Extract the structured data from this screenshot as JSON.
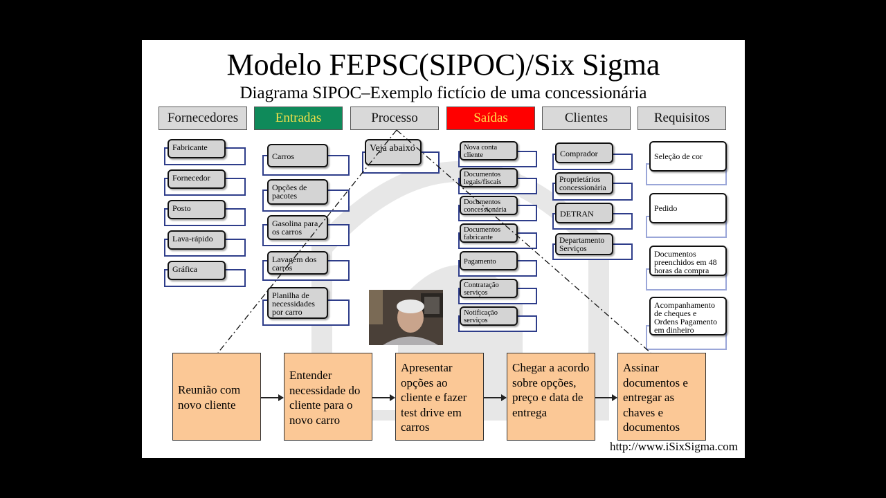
{
  "title": "Modelo FEPSC(SIPOC)/Six Sigma",
  "subtitle": "Diagrama SIPOC–Exemplo fictício de uma concessionária",
  "headers": [
    "Fornecedores",
    "Entradas",
    "Processo",
    "Saídas",
    "Clientes",
    "Requisitos"
  ],
  "fornecedores": [
    "Fabricante",
    "Fornecedor",
    "Posto",
    "Lava-rápido",
    "Gráfica"
  ],
  "entradas": [
    "Carros",
    "Opções de pacotes",
    "Gasolina para os carros",
    "Lavagem dos carros",
    "Planilha de necessidades por carro"
  ],
  "processo": [
    "Veja abaixo"
  ],
  "saidas": [
    "Nova conta cliente",
    "Documentos legais/fiscais",
    "Documentos concessionária",
    "Documentos fabricante",
    "Pagamento",
    "Contratação serviços",
    "Notificação serviços"
  ],
  "clientes": [
    "Comprador",
    "Proprietários concessionária",
    "DETRAN",
    "Departamento Serviços"
  ],
  "requisitos": [
    "Seleção de cor",
    "Pedido",
    "Documentos preenchidos em 48 horas da compra",
    "Acompanhamento de cheques e Ordens Pagamento em dinheiro"
  ],
  "steps": [
    "Reunião com novo cliente",
    "Entender necessidade do cliente para o novo carro",
    "Apresentar opções ao cliente e fazer test drive em carros",
    "Chegar a acordo sobre opções, preço e data de entrega",
    "Assinar documentos e entregar as chaves e documentos"
  ],
  "url": "http://www.iSixSigma.com",
  "colors": {
    "entradas_bg": "#0f8a5a",
    "saidas_bg": "#ff0000",
    "step_bg": "#fbc896",
    "header_bg": "#d9d9d9",
    "border_blue": "#2e3d8a"
  }
}
